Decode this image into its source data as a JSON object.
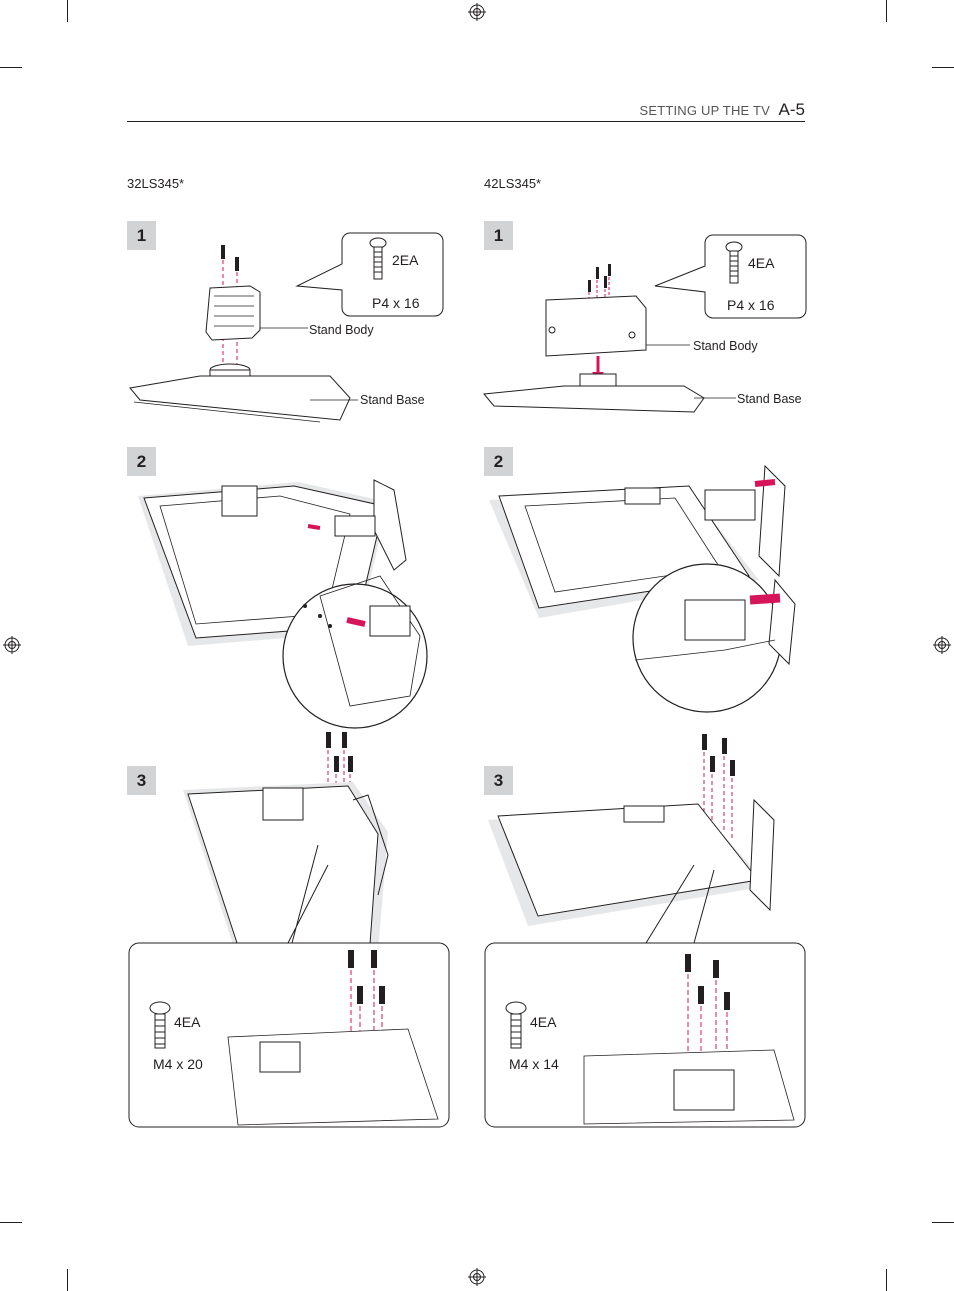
{
  "header": {
    "section": "SETTING UP THE TV",
    "page": "A-5"
  },
  "left_column": {
    "model": "32LS345*",
    "step1": {
      "number": "1",
      "qty": "2EA",
      "screw": "P4 x 16",
      "stand_body": "Stand Body",
      "stand_base": "Stand Base"
    },
    "step2": {
      "number": "2"
    },
    "step3": {
      "number": "3",
      "qty": "4EA",
      "screw": "M4 x 20"
    }
  },
  "right_column": {
    "model": "42LS345*",
    "step1": {
      "number": "1",
      "qty": "4EA",
      "screw": "P4 x 16",
      "stand_body": "Stand Body",
      "stand_base": "Stand Base"
    },
    "step2": {
      "number": "2"
    },
    "step3": {
      "number": "3",
      "qty": "4EA",
      "screw": "M4 x 14"
    }
  },
  "colors": {
    "arrow": "#d6145a",
    "dash": "#d6145a",
    "step_box": "#d1d3d4",
    "ink": "#231f20"
  },
  "icons": [
    "registration-mark-icon",
    "screw-icon",
    "arrow-icon"
  ]
}
